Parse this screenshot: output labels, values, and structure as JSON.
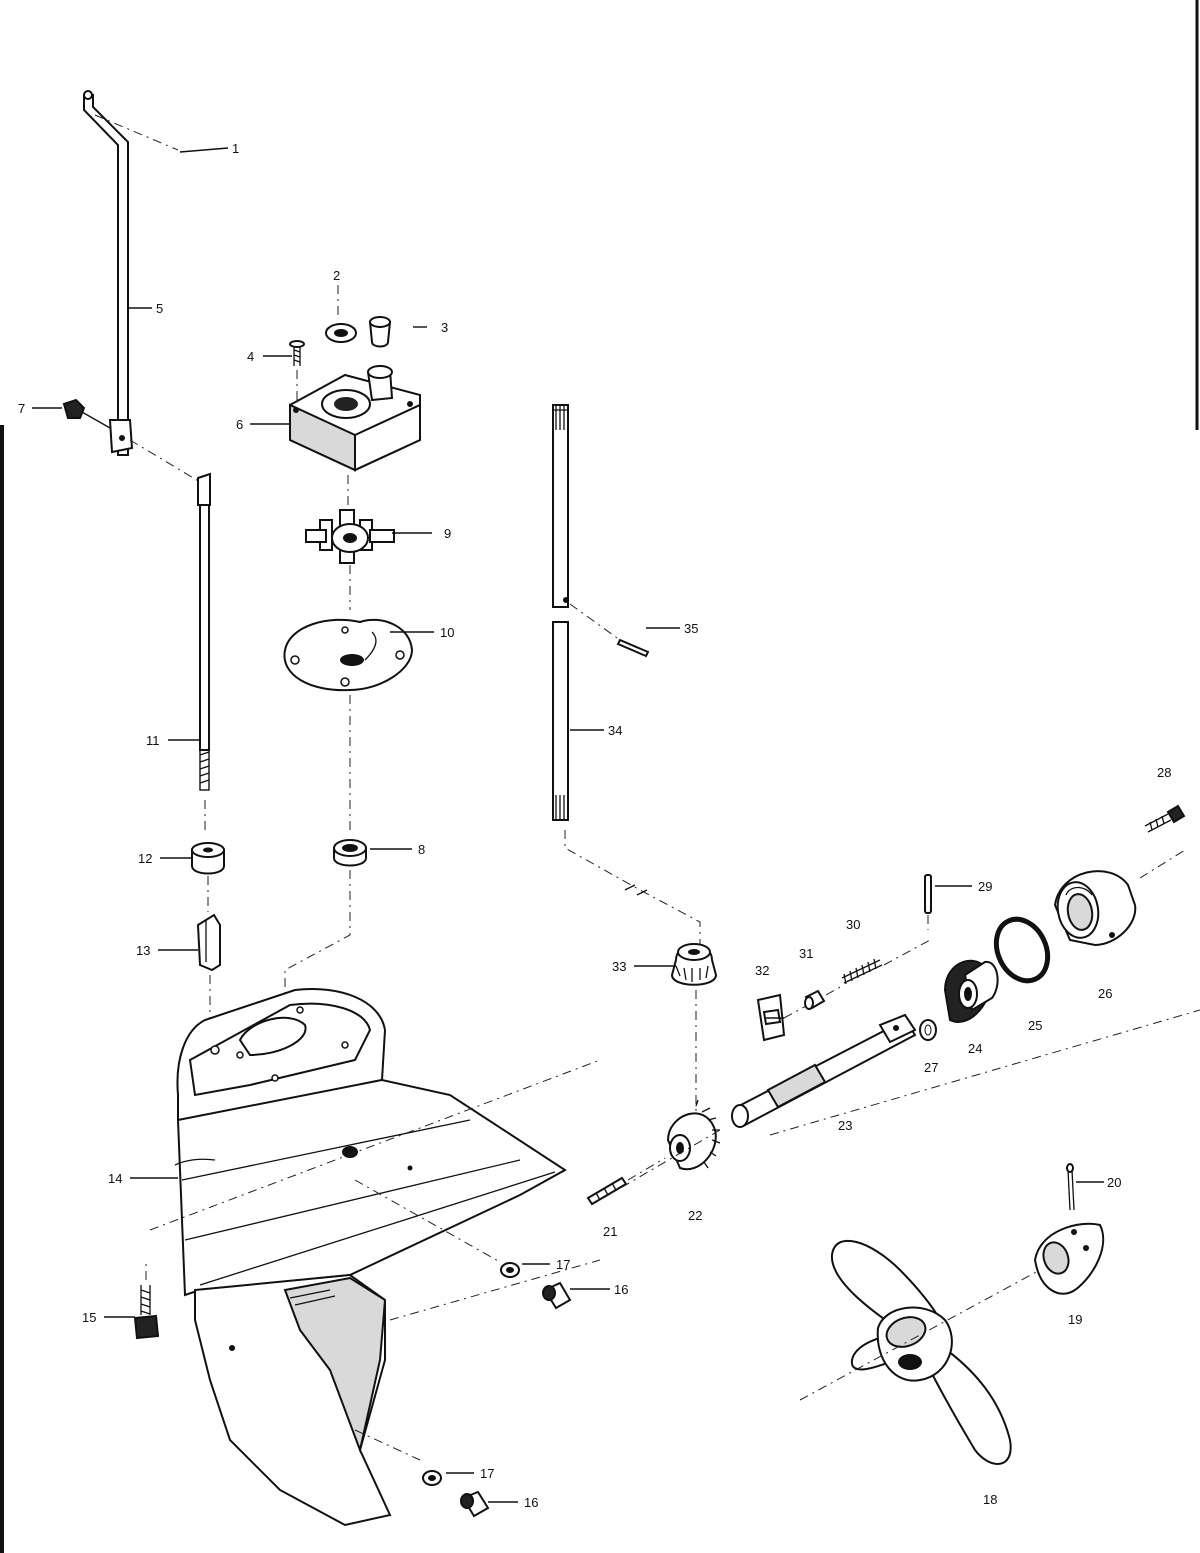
{
  "labels": {
    "p1": "1",
    "p2": "2",
    "p3": "3",
    "p4": "4",
    "p5": "5",
    "p6": "6",
    "p7": "7",
    "p8": "8",
    "p9": "9",
    "p10": "10",
    "p11": "11",
    "p12": "12",
    "p13": "13",
    "p14": "14",
    "p15": "15",
    "p16": "16",
    "p17": "17",
    "p18": "18",
    "p19": "19",
    "p20": "20",
    "p21": "21",
    "p22": "22",
    "p23": "23",
    "p24": "24",
    "p25": "25",
    "p26": "26",
    "p27": "27",
    "p28": "28",
    "p29": "29",
    "p30": "30",
    "p31": "31",
    "p32": "32",
    "p33": "33",
    "p34": "34",
    "p35": "35"
  },
  "colors": {
    "ink": "#111111",
    "paper": "#ffffff",
    "shade": "#d9d9d9"
  }
}
